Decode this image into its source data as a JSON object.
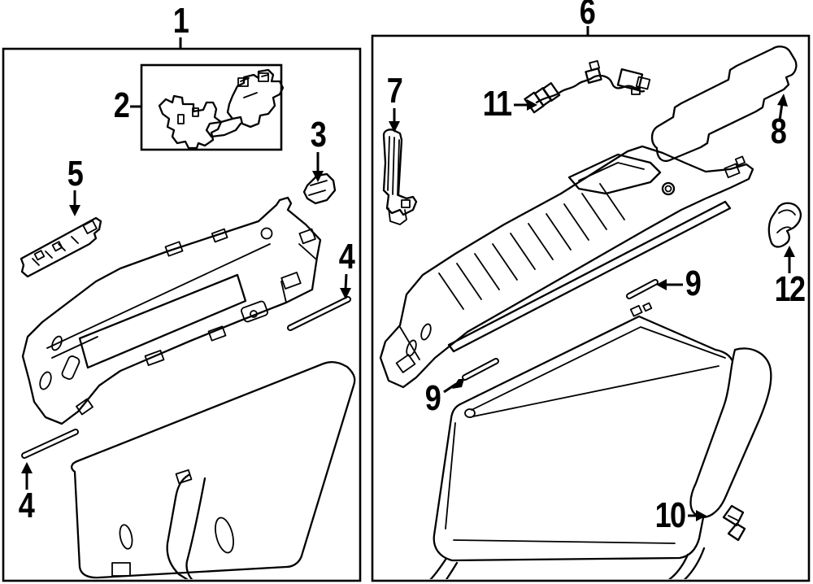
{
  "diagram": {
    "panel1": {
      "box_label": "1",
      "callouts": {
        "c2": "2",
        "c3": "3",
        "c4_right": "4",
        "c4_left": "4",
        "c5": "5"
      }
    },
    "panel6": {
      "box_label": "6",
      "callouts": {
        "c7": "7",
        "c8": "8",
        "c9_right": "9",
        "c9_left": "9",
        "c10": "10",
        "c11": "11",
        "c12": "12"
      }
    },
    "colors": {
      "line": "#000000",
      "background": "#ffffff"
    }
  }
}
